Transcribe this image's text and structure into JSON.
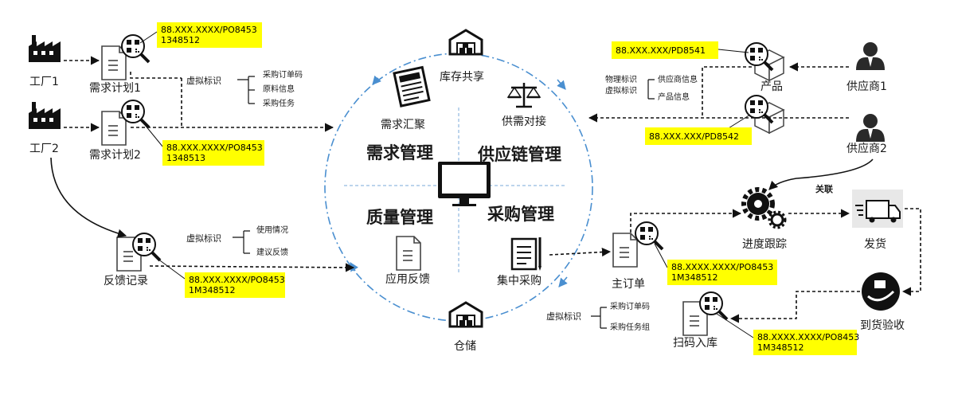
{
  "colors": {
    "tag": "#ffff00",
    "ring": "#4a8fd0",
    "icon": "#1a1a1a",
    "connector": "#111111"
  },
  "factories": [
    {
      "label": "工厂1"
    },
    {
      "label": "工厂2"
    }
  ],
  "plans": [
    {
      "label": "需求计划1"
    },
    {
      "label": "需求计划2"
    }
  ],
  "feedback": {
    "label": "反馈记录"
  },
  "suppliers": [
    {
      "label": "供应商1"
    },
    {
      "label": "供应商2"
    }
  ],
  "product": {
    "label": "产品"
  },
  "progress": {
    "label": "进度跟踪"
  },
  "shipping": {
    "label": "发货"
  },
  "arrival": {
    "label": "到货验收"
  },
  "scan": {
    "label": "扫码入库"
  },
  "main_order": {
    "label": "主订单"
  },
  "link_label": "关联",
  "tags": [
    {
      "text": "88.XXX.XXXX/PO8453\n1348512"
    },
    {
      "text": "88.XXX.XXXX/PO8453\n1348513"
    },
    {
      "text": "88.XXX.XXXX/PO8453\n1M348512"
    },
    {
      "text": "88.XXX.XXX/PD8541"
    },
    {
      "text": "88.XXX.XXX/PD8542"
    },
    {
      "text": "88.XXXX.XXXX/PO8453\n1M348512"
    },
    {
      "text": "88.XXXX.XXXX/PO8453\n1M348512"
    }
  ],
  "virtual_ids": {
    "plan": {
      "title": "虚拟标识",
      "items": [
        "采购订单码",
        "原料信息",
        "采购任务"
      ]
    },
    "feedback": {
      "title": "虚拟标识",
      "items": [
        "使用情况",
        "建议反馈"
      ]
    },
    "supplier": {
      "titles": [
        "物理标识",
        "虚拟标识"
      ],
      "items": [
        "供应商信息",
        "产品信息"
      ]
    },
    "order": {
      "title": "虚拟标识",
      "items": [
        "采购订单码",
        "采购任务组"
      ]
    }
  },
  "circle": {
    "top": "库存共享",
    "bottom": "仓储",
    "demand_gather": "需求汇聚",
    "supply_match": "供需对接",
    "quality_feedback": "应用反馈",
    "central_purchase": "集中采购",
    "quadrants": [
      "需求管理",
      "供应链管理",
      "质量管理",
      "采购管理"
    ]
  }
}
